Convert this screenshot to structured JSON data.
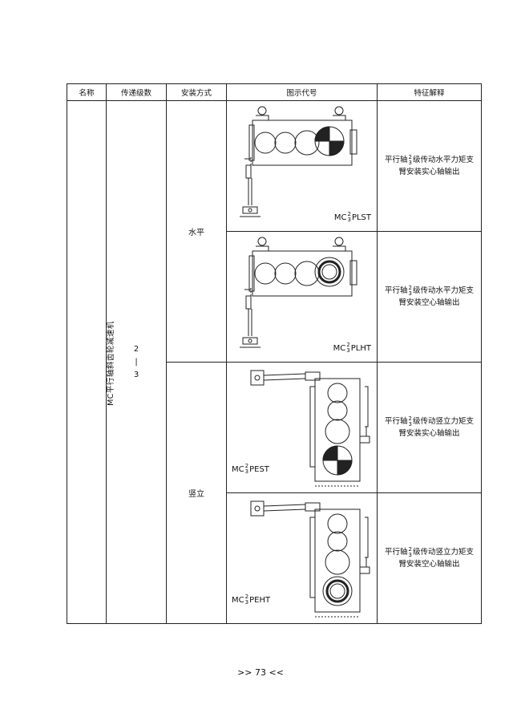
{
  "table": {
    "headers": [
      "名称",
      "传递级数",
      "安装方式",
      "图示代号",
      "特征解释"
    ],
    "name": "MC平行轴斜齿轮减速机",
    "stages": {
      "top": "2",
      "mid": "|",
      "bottom": "3"
    },
    "mount_horizontal": "水平",
    "mount_vertical": "竖立",
    "rows": [
      {
        "code_prefix": "MC",
        "num": "2",
        "den": "3",
        "code_suffix": "PLST",
        "feat_line1_pre": "平行轴",
        "feat_num": "2",
        "feat_den": "3",
        "feat_line1_post": "级传动水平力矩支",
        "feat_line2": "臂安装实心轴输出"
      },
      {
        "code_prefix": "MC",
        "num": "2",
        "den": "3",
        "code_suffix": "PLHT",
        "feat_line1_pre": "平行轴",
        "feat_num": "2",
        "feat_den": "3",
        "feat_line1_post": "级传动水平力矩支",
        "feat_line2": "臂安装空心轴输出"
      },
      {
        "code_prefix": "MC",
        "num": "2",
        "den": "3",
        "code_suffix": "PEST",
        "feat_line1_pre": "平行轴",
        "feat_num": "2",
        "feat_den": "3",
        "feat_line1_post": "级传动竖立力矩支",
        "feat_line2": "臂安装实心轴输出"
      },
      {
        "code_prefix": "MC",
        "num": "2",
        "den": "3",
        "code_suffix": "PEHT",
        "feat_line1_pre": "平行轴",
        "feat_num": "2",
        "feat_den": "3",
        "feat_line1_post": "级传动竖立力矩支",
        "feat_line2": "臂安装空心轴输出"
      }
    ]
  },
  "footer": {
    "page": ">> 73 <<"
  }
}
